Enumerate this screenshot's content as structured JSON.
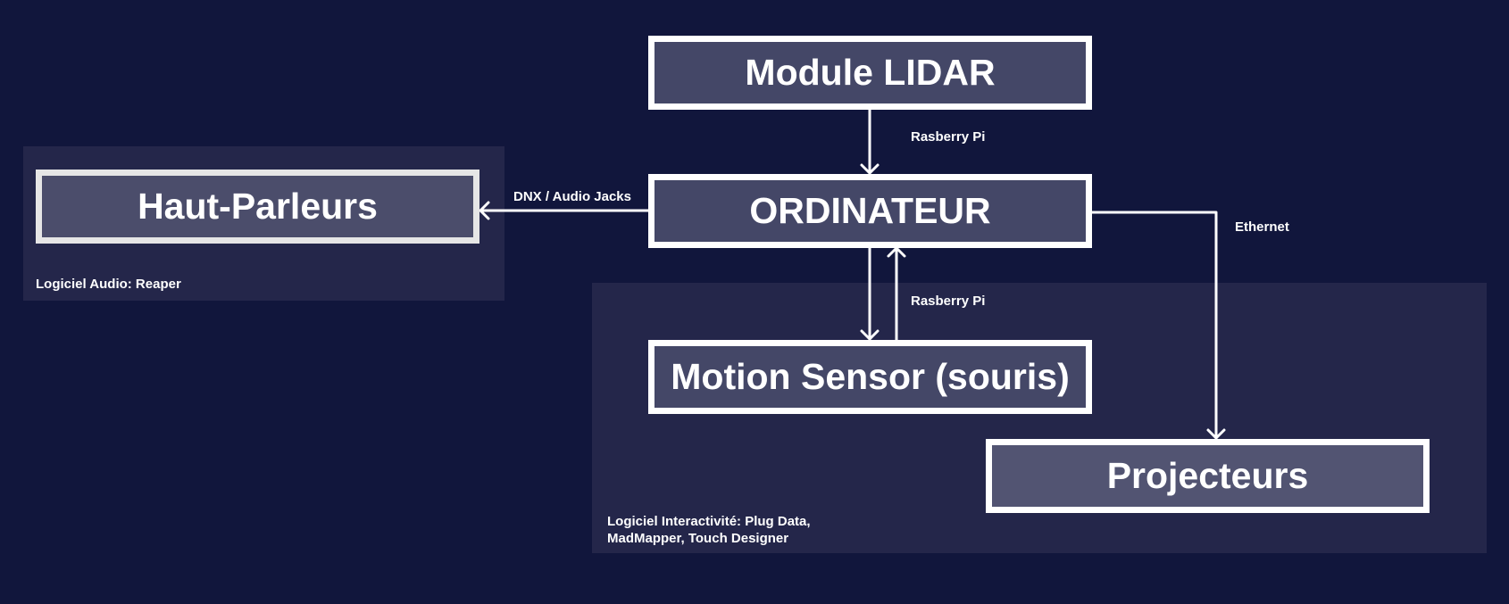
{
  "nodes": {
    "lidar": "Module LIDAR",
    "ordinateur": "ORDINATEUR",
    "haut_parleurs": "Haut-Parleurs",
    "motion_sensor": "Motion Sensor (souris)",
    "projecteurs": "Projecteurs"
  },
  "edges": {
    "lidar_to_ordinateur": "Rasberry Pi",
    "ordinateur_to_haut_parleurs": "DNX / Audio Jacks",
    "ordinateur_motion_sensor": "Rasberry Pi",
    "ordinateur_to_projecteurs": "Ethernet"
  },
  "groups": {
    "audio": {
      "label": "Logiciel Audio: Reaper"
    },
    "interactivite": {
      "label_line1": "Logiciel Interactivité: Plug Data,",
      "label_line2": "MadMapper, Touch Designer"
    }
  },
  "colors": {
    "background": "#11163c",
    "group_fill": "#24264a",
    "node_fill": "#444767",
    "node_border": "#ffffff",
    "speaker_fill": "#4b4d6b",
    "speaker_border": "#e6e6e6",
    "projector_fill": "#525472"
  }
}
